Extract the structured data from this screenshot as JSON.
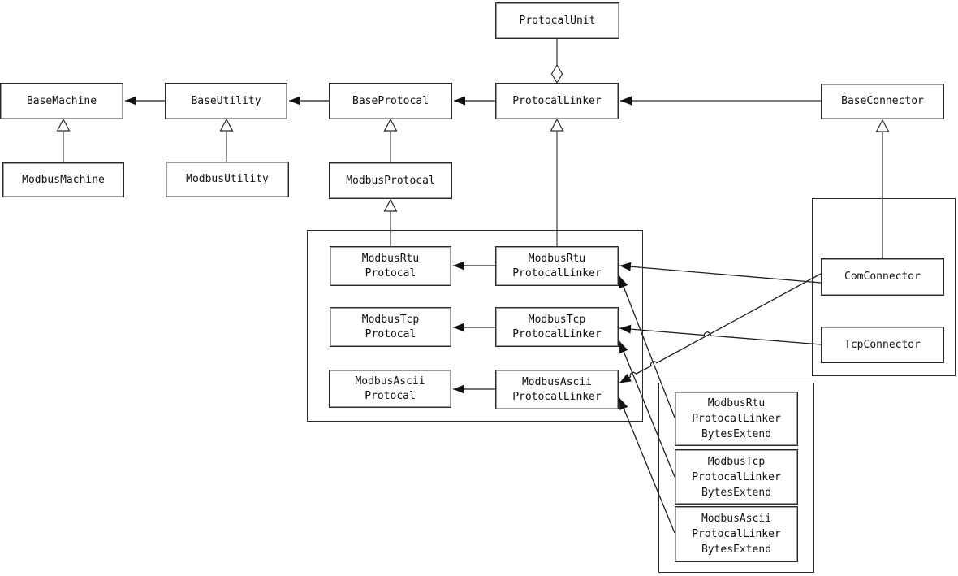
{
  "diagram": {
    "kind": "uml-class-diagram",
    "nodes": {
      "protocal_unit": "ProtocalUnit",
      "base_machine": "BaseMachine",
      "base_utility": "BaseUtility",
      "base_protocal": "BaseProtocal",
      "protocal_linker": "ProtocalLinker",
      "base_connector": "BaseConnector",
      "modbus_machine": "ModbusMachine",
      "modbus_utility": "ModbusUtility",
      "modbus_protocal": "ModbusProtocal",
      "modbus_rtu_protocal": "ModbusRtu\nProtocal",
      "modbus_rtu_protocal_linker": "ModbusRtu\nProtocalLinker",
      "modbus_tcp_protocal": "ModbusTcp\nProtocal",
      "modbus_tcp_protocal_linker": "ModbusTcp\nProtocalLinker",
      "modbus_ascii_protocal": "ModbusAscii\nProtocal",
      "modbus_ascii_protocal_linker": "ModbusAscii\nProtocalLinker",
      "com_connector": "ComConnector",
      "tcp_connector": "TcpConnector",
      "modbus_rtu_protocal_linker_bytes_extend": "ModbusRtu\nProtocalLinker\nBytesExtend",
      "modbus_tcp_protocal_linker_bytes_extend": "ModbusTcp\nProtocalLinker\nBytesExtend",
      "modbus_ascii_protocal_linker_bytes_extend": "ModbusAscii\nProtocalLinker\nBytesExtend"
    },
    "relationships": [
      {
        "from": "ProtocalUnit",
        "to": "ProtocalLinker",
        "type": "aggregation"
      },
      {
        "from": "BaseUtility",
        "to": "BaseMachine",
        "type": "association"
      },
      {
        "from": "BaseProtocal",
        "to": "BaseUtility",
        "type": "association"
      },
      {
        "from": "ProtocalLinker",
        "to": "BaseProtocal",
        "type": "association"
      },
      {
        "from": "BaseConnector",
        "to": "ProtocalLinker",
        "type": "association"
      },
      {
        "from": "ModbusMachine",
        "to": "BaseMachine",
        "type": "generalization"
      },
      {
        "from": "ModbusUtility",
        "to": "BaseUtility",
        "type": "generalization"
      },
      {
        "from": "ModbusProtocal",
        "to": "BaseProtocal",
        "type": "generalization"
      },
      {
        "from": "ModbusRtuProtocal",
        "to": "ModbusProtocal",
        "type": "generalization"
      },
      {
        "from": "ModbusRtuProtocalLinker",
        "to": "ProtocalLinker",
        "type": "generalization"
      },
      {
        "from": "ComConnector",
        "to": "BaseConnector",
        "type": "generalization"
      },
      {
        "from": "ModbusRtuProtocalLinker",
        "to": "ModbusRtuProtocal",
        "type": "association"
      },
      {
        "from": "ModbusTcpProtocalLinker",
        "to": "ModbusTcpProtocal",
        "type": "association"
      },
      {
        "from": "ModbusAsciiProtocalLinker",
        "to": "ModbusAsciiProtocal",
        "type": "association"
      },
      {
        "from": "ComConnector",
        "to": "ModbusRtuProtocalLinker",
        "type": "association"
      },
      {
        "from": "ComConnector",
        "to": "ModbusAsciiProtocalLinker",
        "type": "association"
      },
      {
        "from": "TcpConnector",
        "to": "ModbusTcpProtocalLinker",
        "type": "association"
      },
      {
        "from": "ModbusRtuProtocalLinkerBytesExtend",
        "to": "ModbusRtuProtocalLinker",
        "type": "association"
      },
      {
        "from": "ModbusTcpProtocalLinkerBytesExtend",
        "to": "ModbusTcpProtocalLinker",
        "type": "association"
      },
      {
        "from": "ModbusAsciiProtocalLinkerBytesExtend",
        "to": "ModbusAsciiProtocalLinker",
        "type": "association"
      }
    ],
    "colors": {
      "background": "#ffffff",
      "box_fill": "#ffffff",
      "box_border": "#2a2a2a",
      "box_border_shade": "#9a9a9a",
      "line": "#1f1f1f",
      "muted_line": "#7f7f7f",
      "arrow_fill": "#111111",
      "text": "#111111"
    }
  }
}
